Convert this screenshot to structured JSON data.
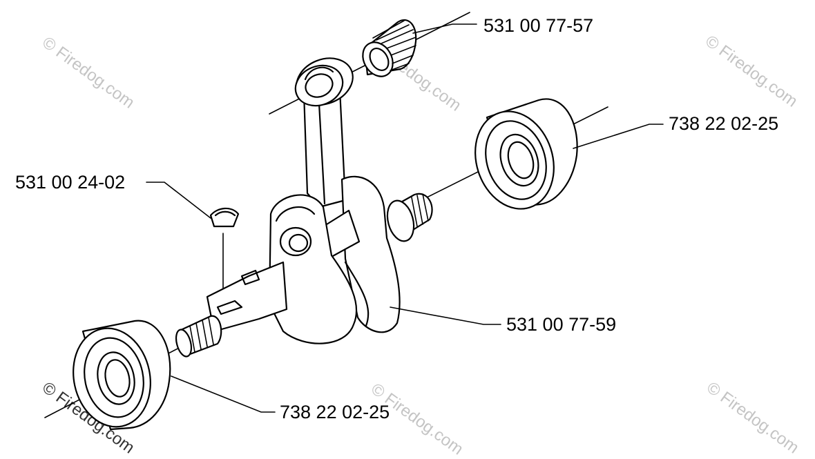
{
  "diagram": {
    "parts": [
      {
        "id": "needle-bearing",
        "part_number": "531 00 77-57"
      },
      {
        "id": "main-bearing-right",
        "part_number": "738 22 02-25"
      },
      {
        "id": "woodruff-key",
        "part_number": "531 00 24-02"
      },
      {
        "id": "crankshaft",
        "part_number": "531 00 77-59"
      },
      {
        "id": "main-bearing-left",
        "part_number": "738 22 02-25"
      }
    ],
    "watermark": "© Firedog.com"
  },
  "colors": {
    "ink": "#000000",
    "watermark": "#c4c4c4",
    "background": "#ffffff"
  }
}
